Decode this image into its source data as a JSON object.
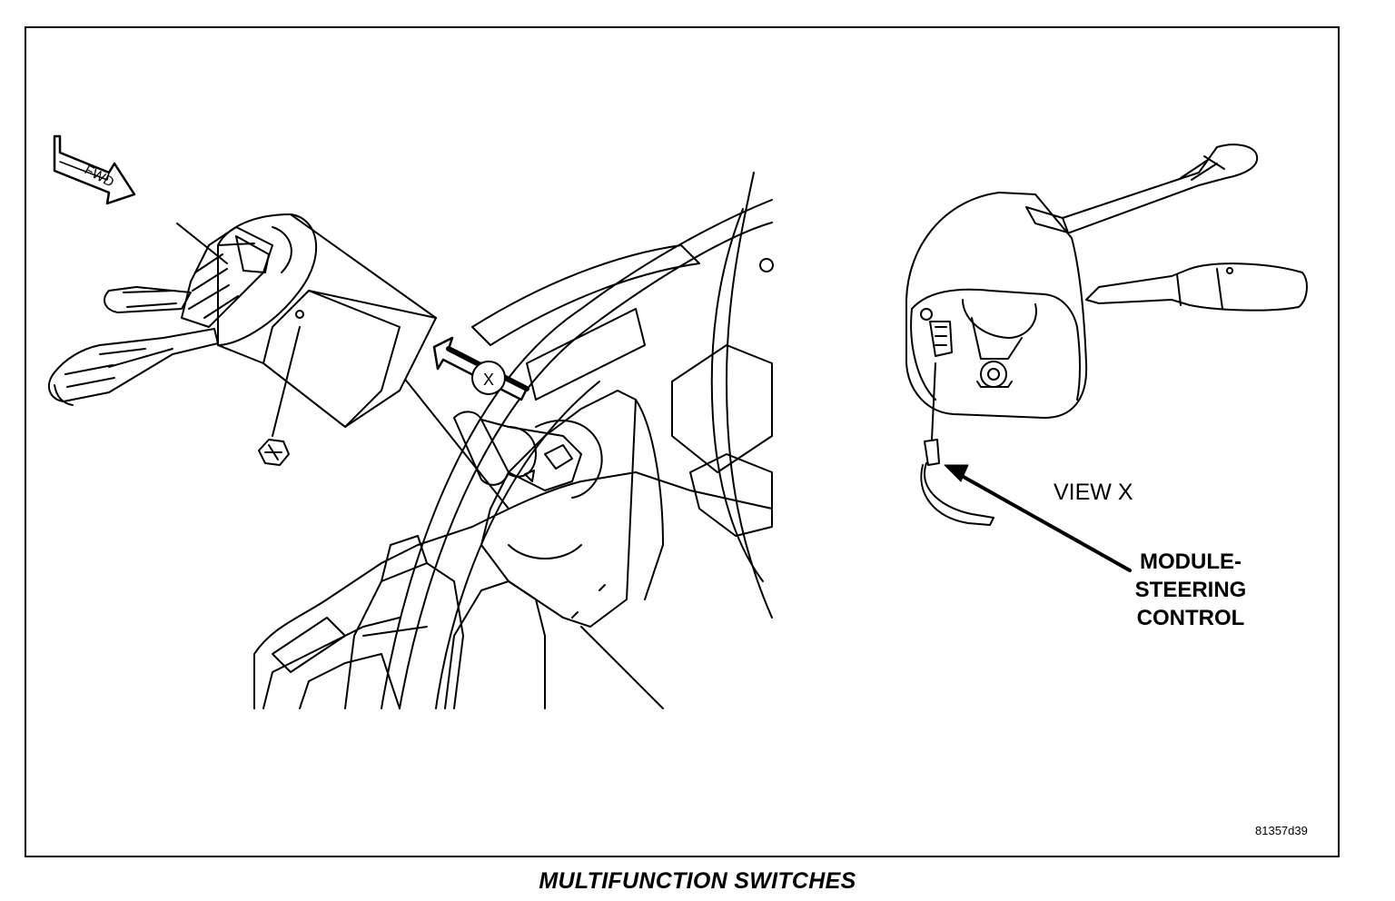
{
  "figure": {
    "caption": "MULTIFUNCTION SWITCHES",
    "figure_number": "81357d39"
  },
  "labels": {
    "fwd": "FWD",
    "view_marker": "X",
    "view_title": "VIEW X",
    "module_lines": [
      "MODULE-",
      "STEERING",
      "CONTROL"
    ]
  }
}
